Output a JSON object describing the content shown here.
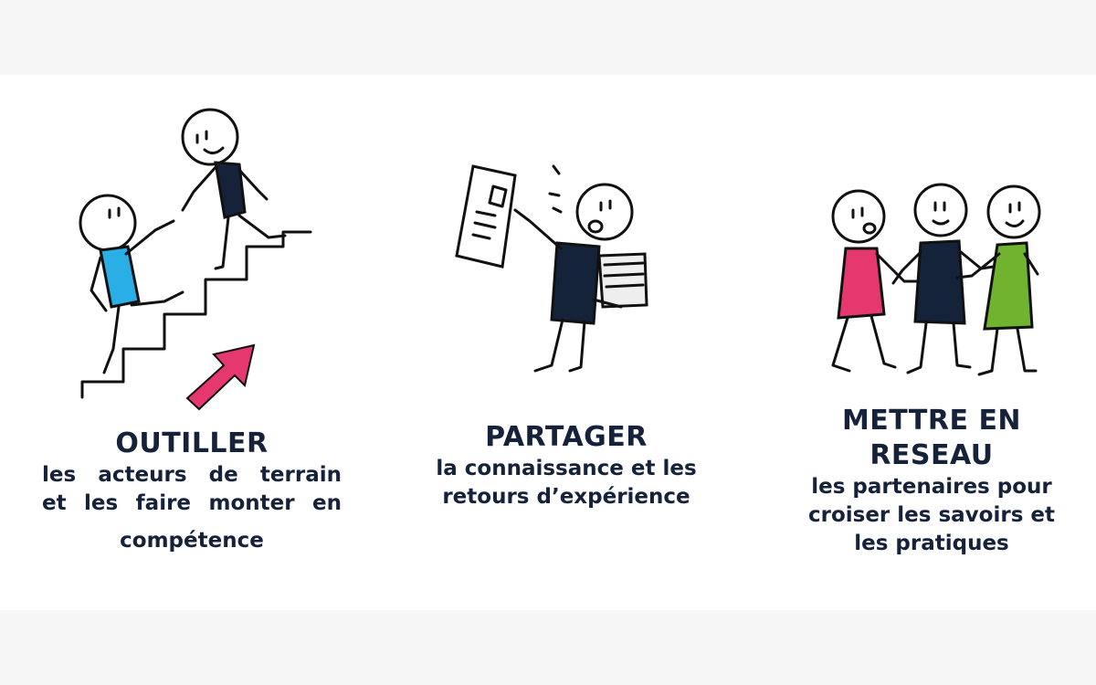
{
  "columns": [
    {
      "title": "OUTILLER",
      "text_lines": [
        "les acteurs de terrain",
        "et les faire monter en"
      ],
      "text_last": "compétence",
      "icon": "climbing-stairs-people-illustration",
      "colors": {
        "shirt_front": "#29aee6",
        "shirt_back": "#14233a",
        "arrow": "#e5386f"
      }
    },
    {
      "title": "PARTAGER",
      "text_lines": [
        "la connaissance et les",
        "retours d’expérience"
      ],
      "icon": "sharing-documents-illustration",
      "colors": {
        "shirt": "#14233a"
      }
    },
    {
      "title_lines": [
        "METTRE EN",
        "RESEAU"
      ],
      "text_lines": [
        "les partenaires pour",
        "croiser les savoirs et",
        "les pratiques"
      ],
      "icon": "network-people-illustration",
      "colors": {
        "left": "#e5386f",
        "middle": "#14233a",
        "right": "#6fb32e"
      }
    }
  ]
}
